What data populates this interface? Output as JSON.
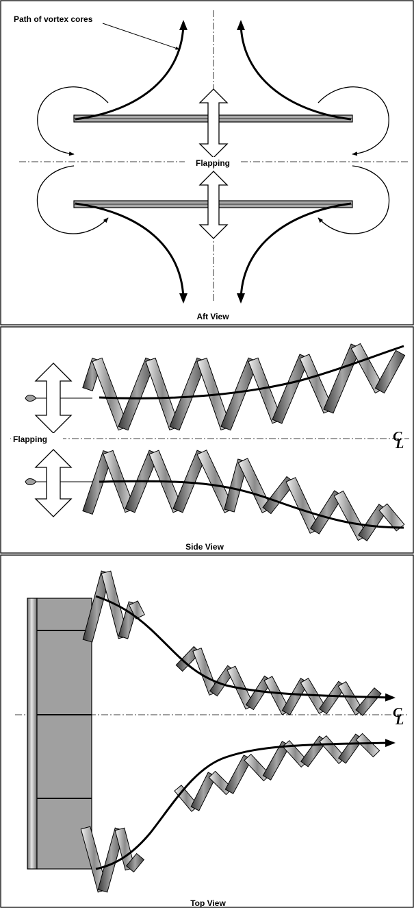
{
  "panels": {
    "aft": {
      "title": "Aft View",
      "annotation": "Path of vortex cores",
      "motion_label": "Flapping"
    },
    "side": {
      "title": "Side View",
      "motion_label": "Flapping",
      "centerline_symbol": "CL"
    },
    "top": {
      "title": "Top View",
      "centerline_symbol": "CL"
    }
  },
  "colors": {
    "line": "#000000",
    "plate": "#a8a8a8",
    "wing": "#a0a0a0",
    "background": "#ffffff"
  }
}
